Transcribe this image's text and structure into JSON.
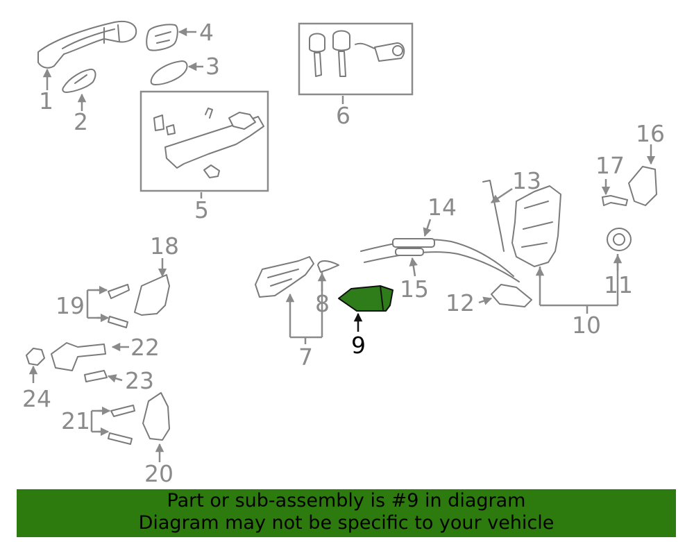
{
  "diagram": {
    "highlighted_part": "9",
    "colors": {
      "highlight": "#2e7d1a",
      "banner": "#2d7b0f",
      "lines": "#8a8a8a"
    },
    "callouts": [
      "1",
      "2",
      "3",
      "4",
      "5",
      "6",
      "7",
      "8",
      "9",
      "10",
      "11",
      "12",
      "13",
      "14",
      "15",
      "16",
      "17",
      "18",
      "19",
      "20",
      "21",
      "22",
      "23",
      "24"
    ]
  },
  "banner": {
    "line1": "Part or sub-assembly is #9 in diagram",
    "line2": "Diagram may not be specific to your vehicle"
  }
}
